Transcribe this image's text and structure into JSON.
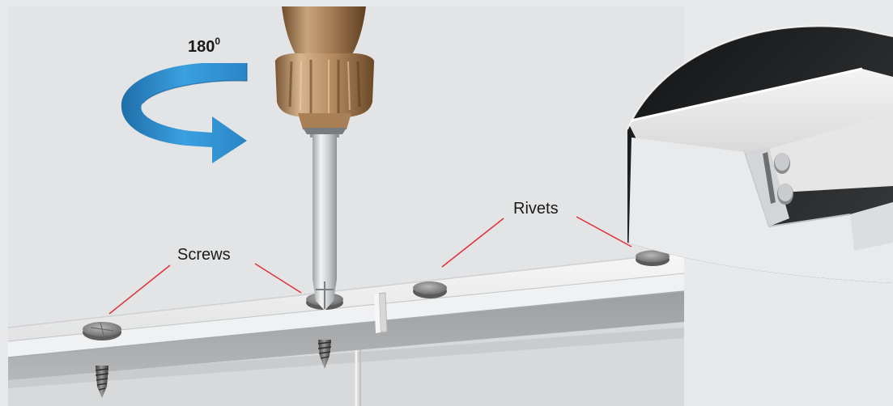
{
  "rotation": {
    "angle_label": "180",
    "angle_sup": "0"
  },
  "labels": {
    "screws": "Screws",
    "rivets": "Rivets"
  },
  "colors": {
    "background": "#e8e9ea",
    "panel": "#e3e4e5",
    "arrow": "#2a8fd0",
    "callout_line": "#e0313a",
    "handle": "#b08a63",
    "shaft": "#d4d6d8"
  },
  "icons": {
    "rotation": "rotate-clockwise-arrow-icon",
    "tool": "screwdriver-icon"
  }
}
